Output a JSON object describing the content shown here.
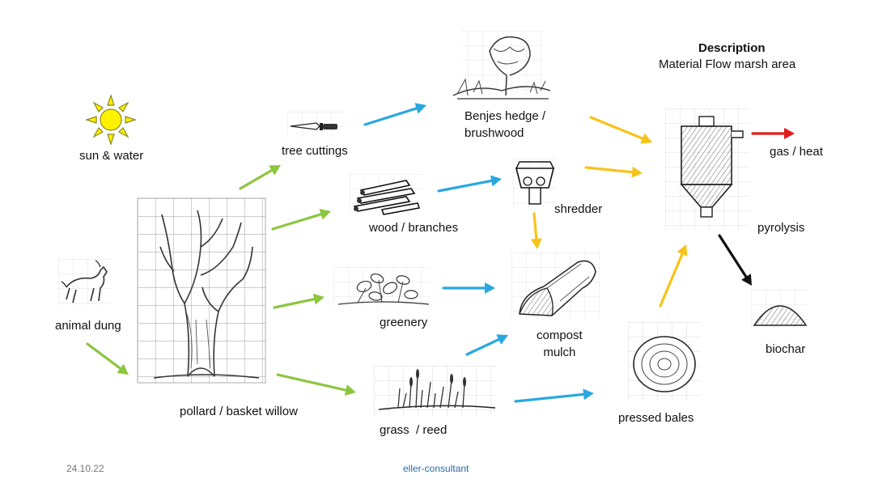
{
  "header": {
    "title": "Description",
    "subtitle": "Material Flow marsh area"
  },
  "nodes": {
    "sun_water": "sun & water",
    "animal_dung": "animal dung",
    "pollard_willow": "pollard / basket willow",
    "tree_cuttings": "tree cuttings",
    "benjes_hedge": "Benjes hedge /\nbrushwood",
    "wood_branches": "wood / branches",
    "shredder": "shredder",
    "greenery": "greenery",
    "compost_mulch": "compost\nmulch",
    "grass_reed": "grass  / reed",
    "pressed_bales": "pressed bales",
    "pyrolysis": "pyrolysis",
    "gas_heat": "gas / heat",
    "biochar": "biochar"
  },
  "footer": {
    "date": "24.10.22",
    "brand": "eller-consultant"
  },
  "colors": {
    "green_arrow": "#8cc63f",
    "blue_arrow": "#29a8e0",
    "yellow_arrow": "#f7c31a",
    "red_arrow": "#e01b1b",
    "black_arrow": "#111111",
    "sun_fill": "#fff200",
    "sketch": "#333333",
    "grid": "#c8c8c8"
  },
  "icons": [
    "sun-icon",
    "goat-icon",
    "willow-tree-icon",
    "knife-icon",
    "hedge-icon",
    "log-pile-icon",
    "shredder-icon",
    "leaves-icon",
    "compost-heap-icon",
    "grass-reed-icon",
    "bale-icon",
    "pyrolysis-reactor-icon",
    "biochar-pile-icon"
  ]
}
